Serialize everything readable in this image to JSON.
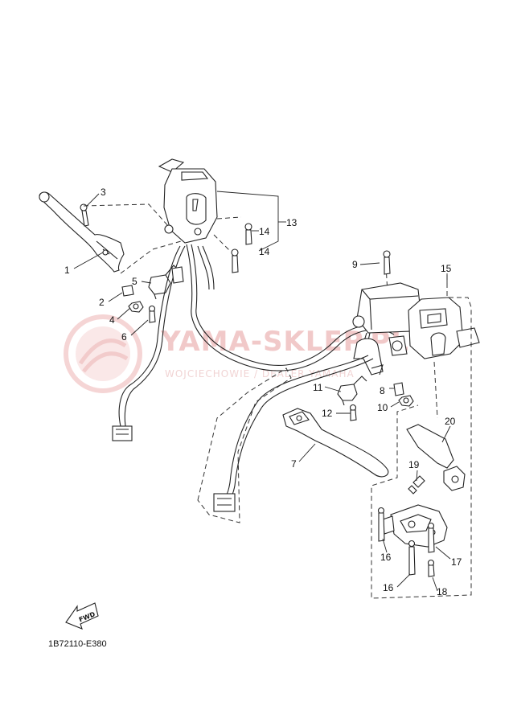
{
  "diagram_code": "1B72110-E380",
  "watermark": {
    "brand": "YAMA-SKLEP.PL",
    "sub": "WOJCIECHOWIE / DEALER YAMAHA"
  },
  "fwd_label": "FWD",
  "part_numbers": [
    "1",
    "2",
    "3",
    "4",
    "5",
    "6",
    "7",
    "8",
    "9",
    "10",
    "11",
    "12",
    "13",
    "14",
    "14",
    "15",
    "16",
    "16",
    "17",
    "18",
    "19",
    "20"
  ]
}
